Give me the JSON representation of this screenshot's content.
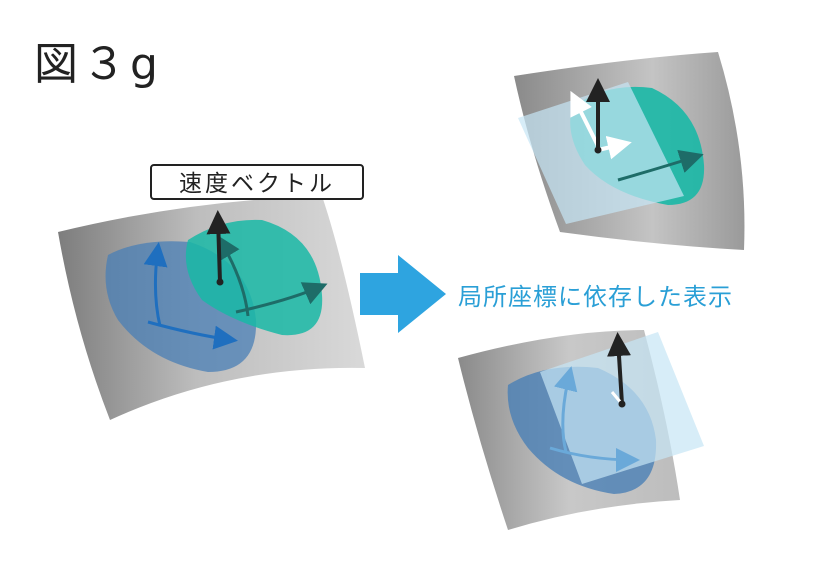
{
  "figure": {
    "title": "図３g",
    "velocity_label": "速度ベクトル",
    "local_label": "局所座標に依存した表示"
  },
  "colors": {
    "blue_patch": "#4a7fb5",
    "teal_patch": "#19b8a6",
    "arrow_blue": "#1f6fbf",
    "arrow_teal": "#1e6c68",
    "big_arrow": "#2ea4e0",
    "plane": "#bcdff2"
  }
}
